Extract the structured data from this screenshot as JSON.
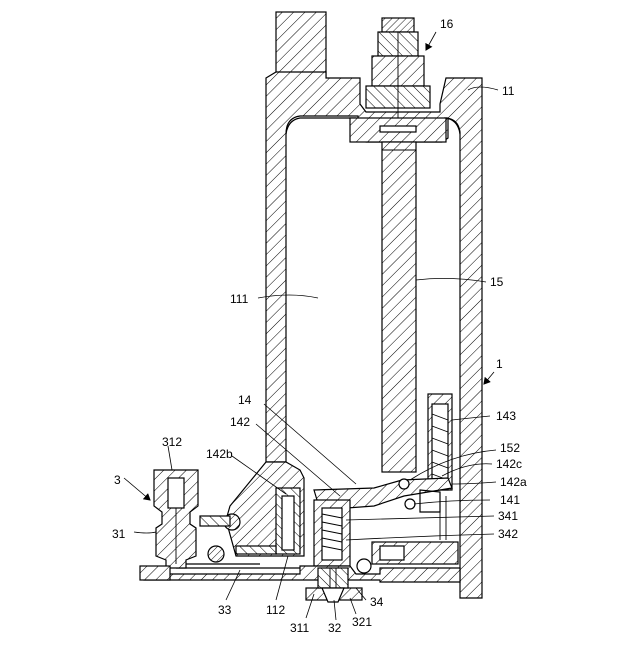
{
  "figure": {
    "labels": {
      "l16": "16",
      "l11": "11",
      "l111": "111",
      "l15": "15",
      "l1": "1",
      "l14": "14",
      "l143": "143",
      "l142": "142",
      "l152": "152",
      "l142b": "142b",
      "l142c": "142c",
      "l312": "312",
      "l142a": "142a",
      "l3": "3",
      "l141": "141",
      "l341": "341",
      "l31": "31",
      "l342": "342",
      "l33": "33",
      "l112": "112",
      "l34": "34",
      "l311": "311",
      "l32": "32",
      "l321": "321"
    }
  }
}
